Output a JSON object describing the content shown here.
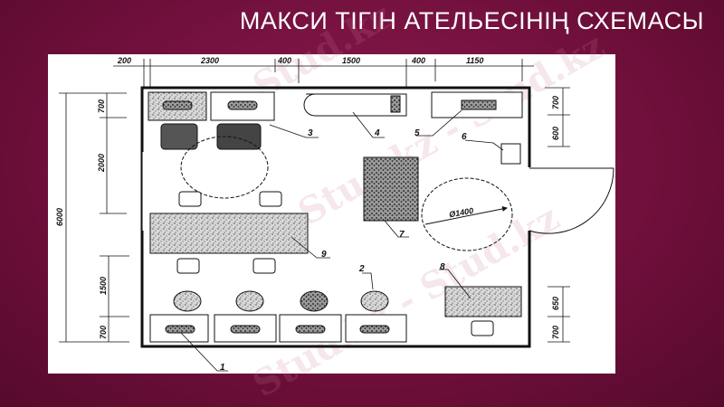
{
  "slide": {
    "title": "МАКСИ ТІГІН АТЕЛЬЕСІНІҢ СХЕМАСЫ",
    "watermark": "Stud.kz"
  },
  "plan": {
    "top_dims": [
      "200",
      "2300",
      "400",
      "1500",
      "400",
      "1150"
    ],
    "left_dims": {
      "total": "6000",
      "a": "700",
      "b": "2000",
      "c": "1500",
      "d": "700"
    },
    "right_dims": [
      "700",
      "600",
      "650",
      "700"
    ],
    "diameter": "Ø1400",
    "callouts": [
      "1",
      "2",
      "3",
      "4",
      "5",
      "6",
      "7",
      "8",
      "9"
    ],
    "colors": {
      "background": "#7a1242",
      "paper": "#ffffff",
      "line": "#111111"
    }
  }
}
